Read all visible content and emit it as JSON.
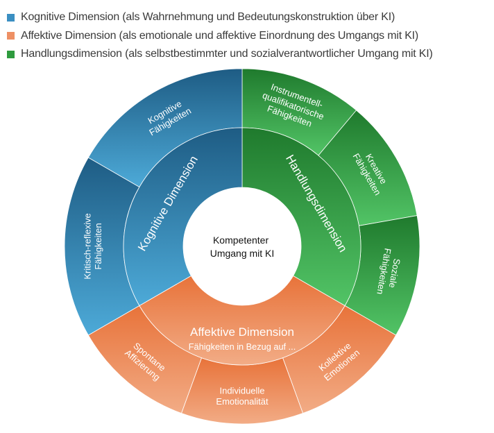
{
  "legend": [
    {
      "label": "Kognitive Dimension (als Wahrnehmung und Bedeutungskonstruktion über KI)",
      "color": "#3B8FC2"
    },
    {
      "label": "Affektive Dimension (als emotionale und affektive Einordnung des Umgangs mit KI)",
      "color": "#EE9064"
    },
    {
      "label": "Handlungsdimension (als selbstbestimmter und sozialverantwortlicher Umgang mit KI)",
      "color": "#2E9B3E"
    }
  ],
  "chart_data": {
    "type": "sunburst",
    "title": "",
    "center_label": [
      "Kompetenter",
      "Umgang mit KI"
    ],
    "start": "top",
    "direction": "clockwise",
    "rings": {
      "inner": [
        {
          "id": "handlung",
          "label": [
            "Handlungsdimension"
          ],
          "value": 1,
          "color_top": "#1F7A2D",
          "color_bottom": "#52C466"
        },
        {
          "id": "affektiv",
          "label": [
            "Affektive Dimension",
            "Fähigkeiten in Bezug auf ..."
          ],
          "value": 1,
          "color_top": "#E8733A",
          "color_bottom": "#F2AC86"
        },
        {
          "id": "kognitiv",
          "label": [
            "Kognitive Dimension"
          ],
          "value": 1,
          "color_top": "#1E5C84",
          "color_bottom": "#4DAAD8"
        }
      ],
      "outer": [
        {
          "parent": "handlung",
          "label": [
            "Instrumentell-",
            "qualifikatorische",
            "Fähigkeiten"
          ],
          "value": 1
        },
        {
          "parent": "handlung",
          "label": [
            "Kreative",
            "Fähigkeiten"
          ],
          "value": 1
        },
        {
          "parent": "handlung",
          "label": [
            "Soziale",
            "Fähigkeiten"
          ],
          "value": 1
        },
        {
          "parent": "affektiv",
          "label": [
            "Kollektive",
            "Emotionen"
          ],
          "value": 1
        },
        {
          "parent": "affektiv",
          "label": [
            "Individuelle",
            "Emotionalität"
          ],
          "value": 1
        },
        {
          "parent": "affektiv",
          "label": [
            "Spontane",
            "Affizierung"
          ],
          "value": 1
        },
        {
          "parent": "kognitiv",
          "label": [
            "Kritisch-reflexive",
            "Fähigkeiten"
          ],
          "value": 1
        },
        {
          "parent": "kognitiv",
          "label": [
            "Kognitive",
            "Fähigkeiten"
          ],
          "value": 1
        }
      ]
    },
    "legend_position": "top-left"
  }
}
